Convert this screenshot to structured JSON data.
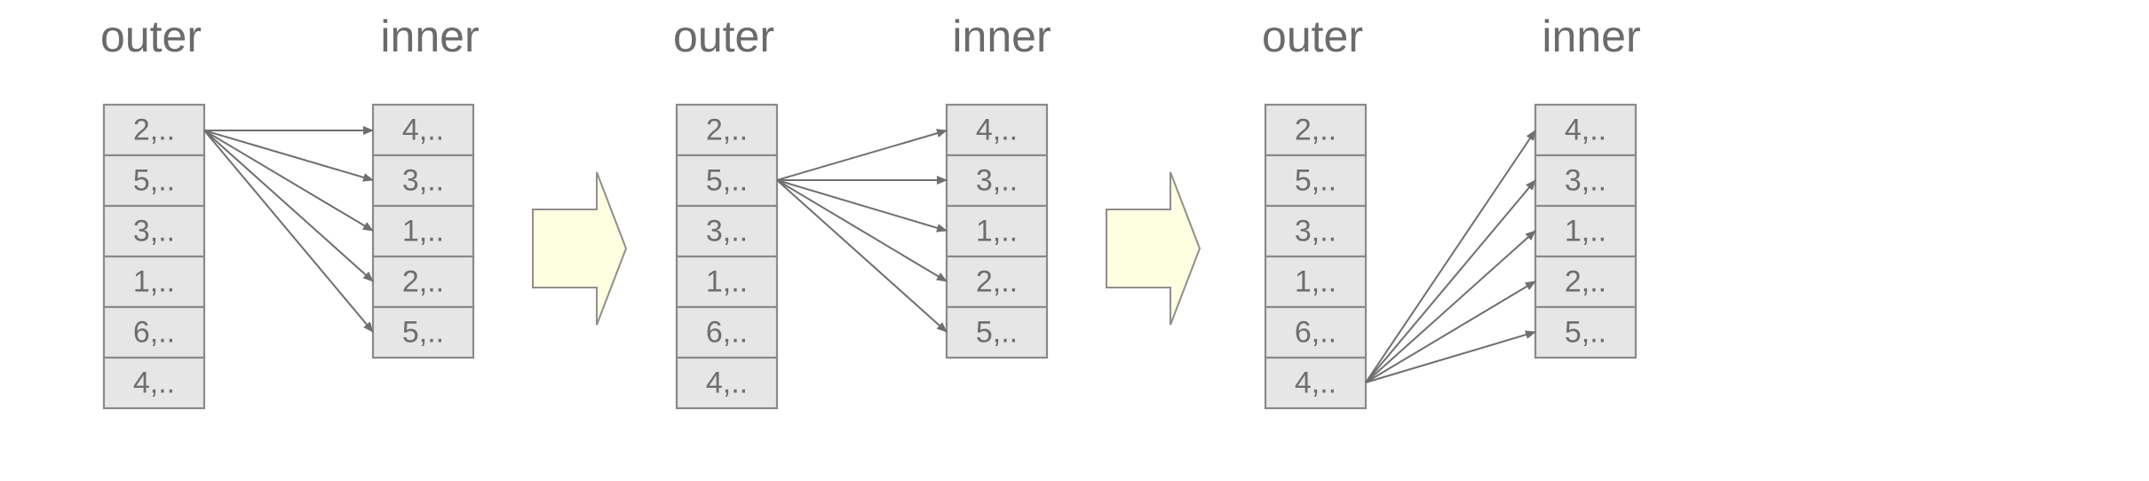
{
  "panels": [
    {
      "outer_title": "outer",
      "inner_title": "inner",
      "outer_cells": [
        "2,..",
        "5,..",
        "3,..",
        "1,..",
        "6,..",
        "4,.."
      ],
      "inner_cells": [
        "4,..",
        "3,..",
        "1,..",
        "2,..",
        "5,.."
      ],
      "active_outer_index": 0
    },
    {
      "outer_title": "outer",
      "inner_title": "inner",
      "outer_cells": [
        "2,..",
        "5,..",
        "3,..",
        "1,..",
        "6,..",
        "4,.."
      ],
      "inner_cells": [
        "4,..",
        "3,..",
        "1,..",
        "2,..",
        "5,.."
      ],
      "active_outer_index": 1
    },
    {
      "outer_title": "outer",
      "inner_title": "inner",
      "outer_cells": [
        "2,..",
        "5,..",
        "3,..",
        "1,..",
        "6,..",
        "4,.."
      ],
      "inner_cells": [
        "4,..",
        "3,..",
        "1,..",
        "2,..",
        "5,.."
      ],
      "active_outer_index": 5
    }
  ],
  "colors": {
    "cell_fill": "#e6e6e6",
    "cell_border": "#8a8a8a",
    "text": "#6e6e6e",
    "edge": "#6f6f6f",
    "transition_arrow_fill": "#fefee0"
  },
  "icons": {
    "transition": "right-block-arrow"
  }
}
